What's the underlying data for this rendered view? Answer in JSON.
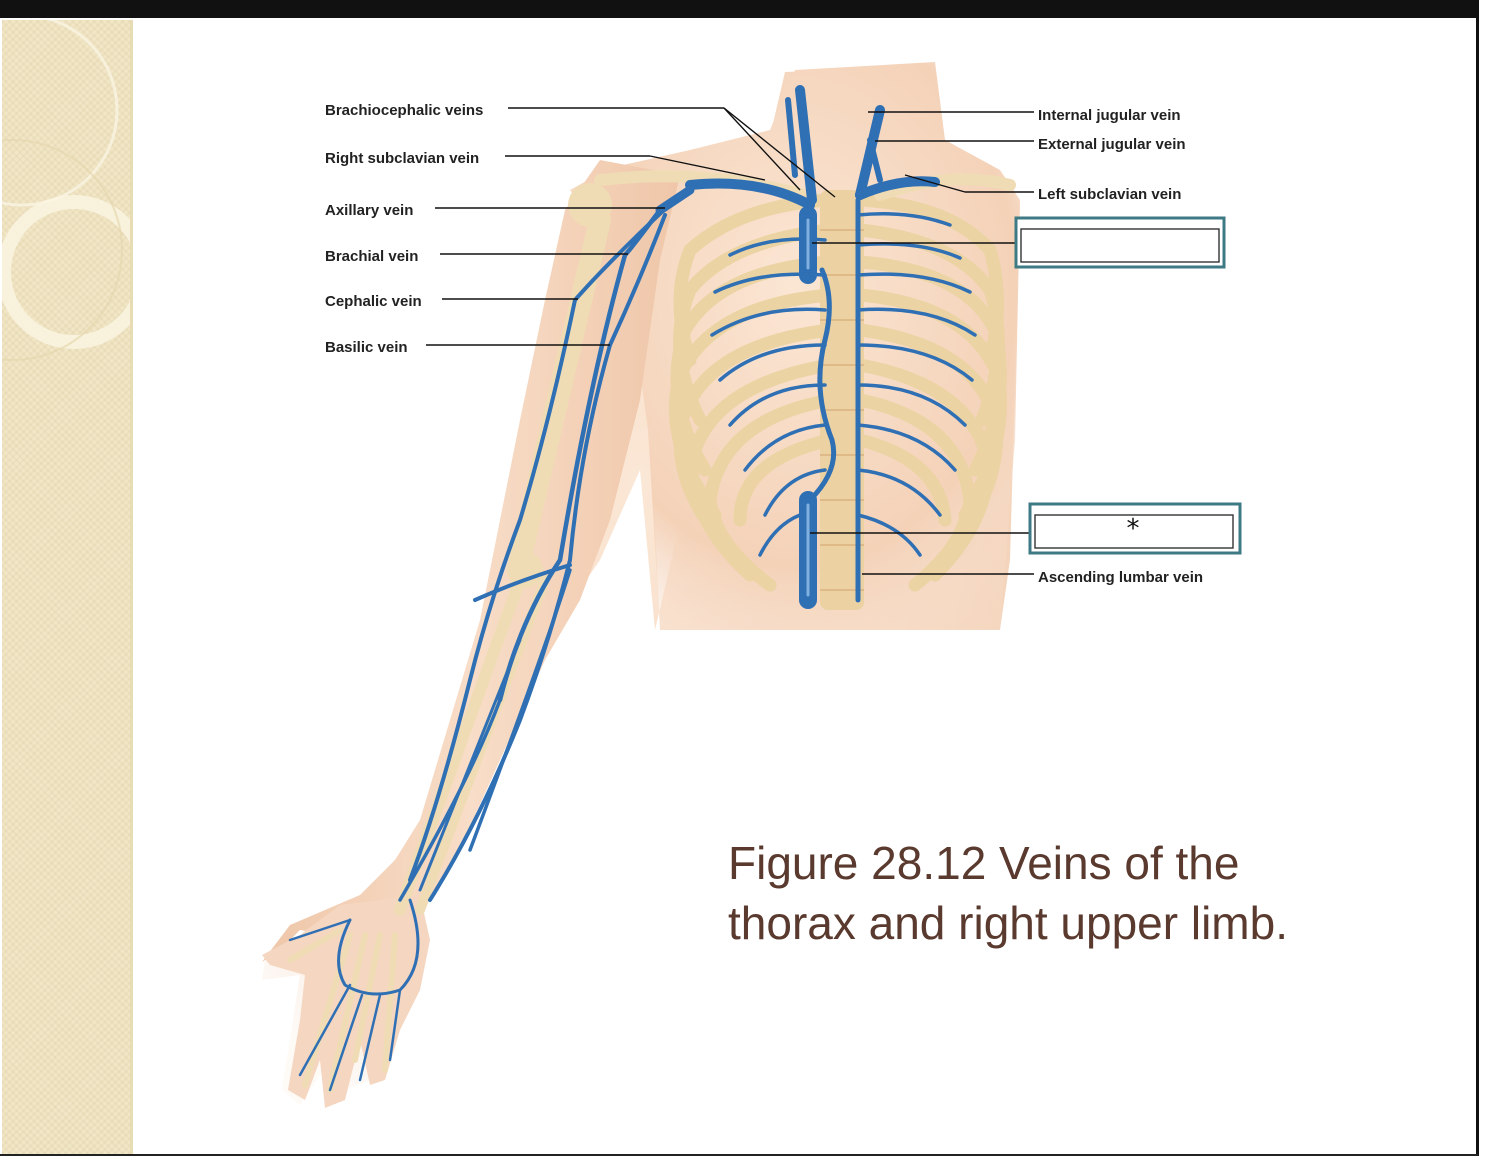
{
  "figure": {
    "caption_line1": "Figure 28.12 Veins of the",
    "caption_line2": "thorax and right upper limb.",
    "labels_left": [
      "Brachiocephalic veins",
      "Right subclavian vein",
      "Axillary vein",
      "Brachial vein",
      "Cephalic vein",
      "Basilic vein"
    ],
    "labels_right": [
      "Internal jugular vein",
      "External jugular vein",
      "Left subclavian vein",
      "Ascending lumbar vein"
    ],
    "answer_box_1": "",
    "answer_box_2": "*"
  },
  "colors": {
    "vein": "#2f6fb3",
    "caption": "#5a3a2e",
    "box_border": "#3d7a84",
    "skin": "#f6d8c0",
    "bone": "#efd6a6"
  }
}
